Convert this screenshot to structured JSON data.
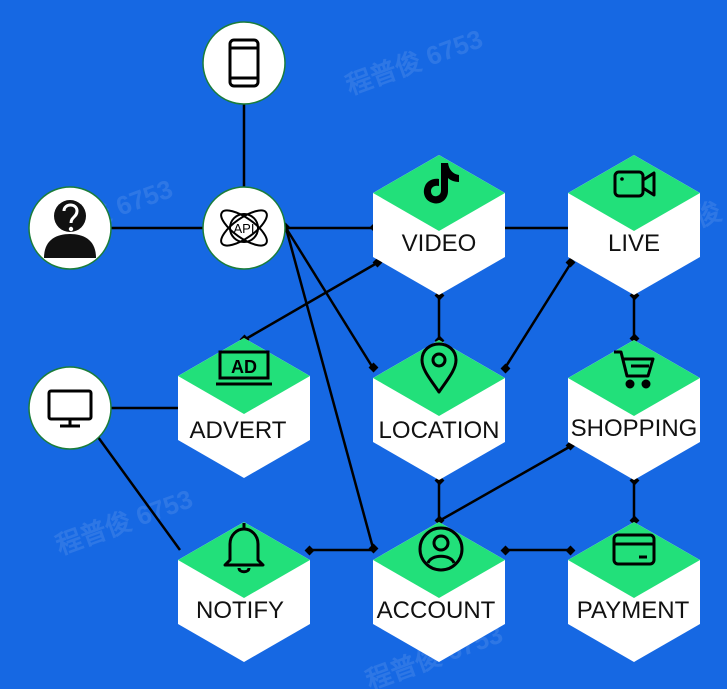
{
  "colors": {
    "background": "#1668e3",
    "hex_top": "#22e07a",
    "hex_body": "#ffffff",
    "line": "#000000",
    "circle_fill": "#ffffff",
    "circle_stroke": "#1b7d3a"
  },
  "watermark": "程普俊 6753",
  "nodes": {
    "phone": {
      "icon": "smartphone-icon"
    },
    "user": {
      "icon": "unknown-user-icon"
    },
    "api": {
      "icon": "api-icon",
      "label": "API"
    },
    "desktop": {
      "icon": "monitor-icon"
    },
    "video": {
      "label": "VIDEO",
      "icon": "tiktok-icon"
    },
    "live": {
      "label": "LIVE",
      "icon": "video-camera-icon"
    },
    "advert": {
      "label": "ADVERT",
      "icon": "ad-icon",
      "icon_text": "AD"
    },
    "location": {
      "label": "LOCATION",
      "icon": "location-pin-icon"
    },
    "shopping": {
      "label": "SHOPPING",
      "icon": "cart-icon"
    },
    "notify": {
      "label": "NOTIFY",
      "icon": "bell-icon"
    },
    "account": {
      "label": "ACCOUNT",
      "icon": "user-circle-icon"
    },
    "payment": {
      "label": "PAYMENT",
      "icon": "card-icon"
    }
  },
  "edges": [
    [
      "phone",
      "api"
    ],
    [
      "user",
      "api"
    ],
    [
      "api",
      "video"
    ],
    [
      "api",
      "location"
    ],
    [
      "api",
      "account"
    ],
    [
      "video",
      "advert"
    ],
    [
      "video",
      "live"
    ],
    [
      "video",
      "location"
    ],
    [
      "location",
      "live"
    ],
    [
      "location",
      "account"
    ],
    [
      "live",
      "shopping"
    ],
    [
      "shopping",
      "account"
    ],
    [
      "shopping",
      "payment"
    ],
    [
      "account",
      "payment"
    ],
    [
      "notify",
      "account"
    ],
    [
      "desktop",
      "advert"
    ],
    [
      "desktop",
      "notify"
    ]
  ]
}
